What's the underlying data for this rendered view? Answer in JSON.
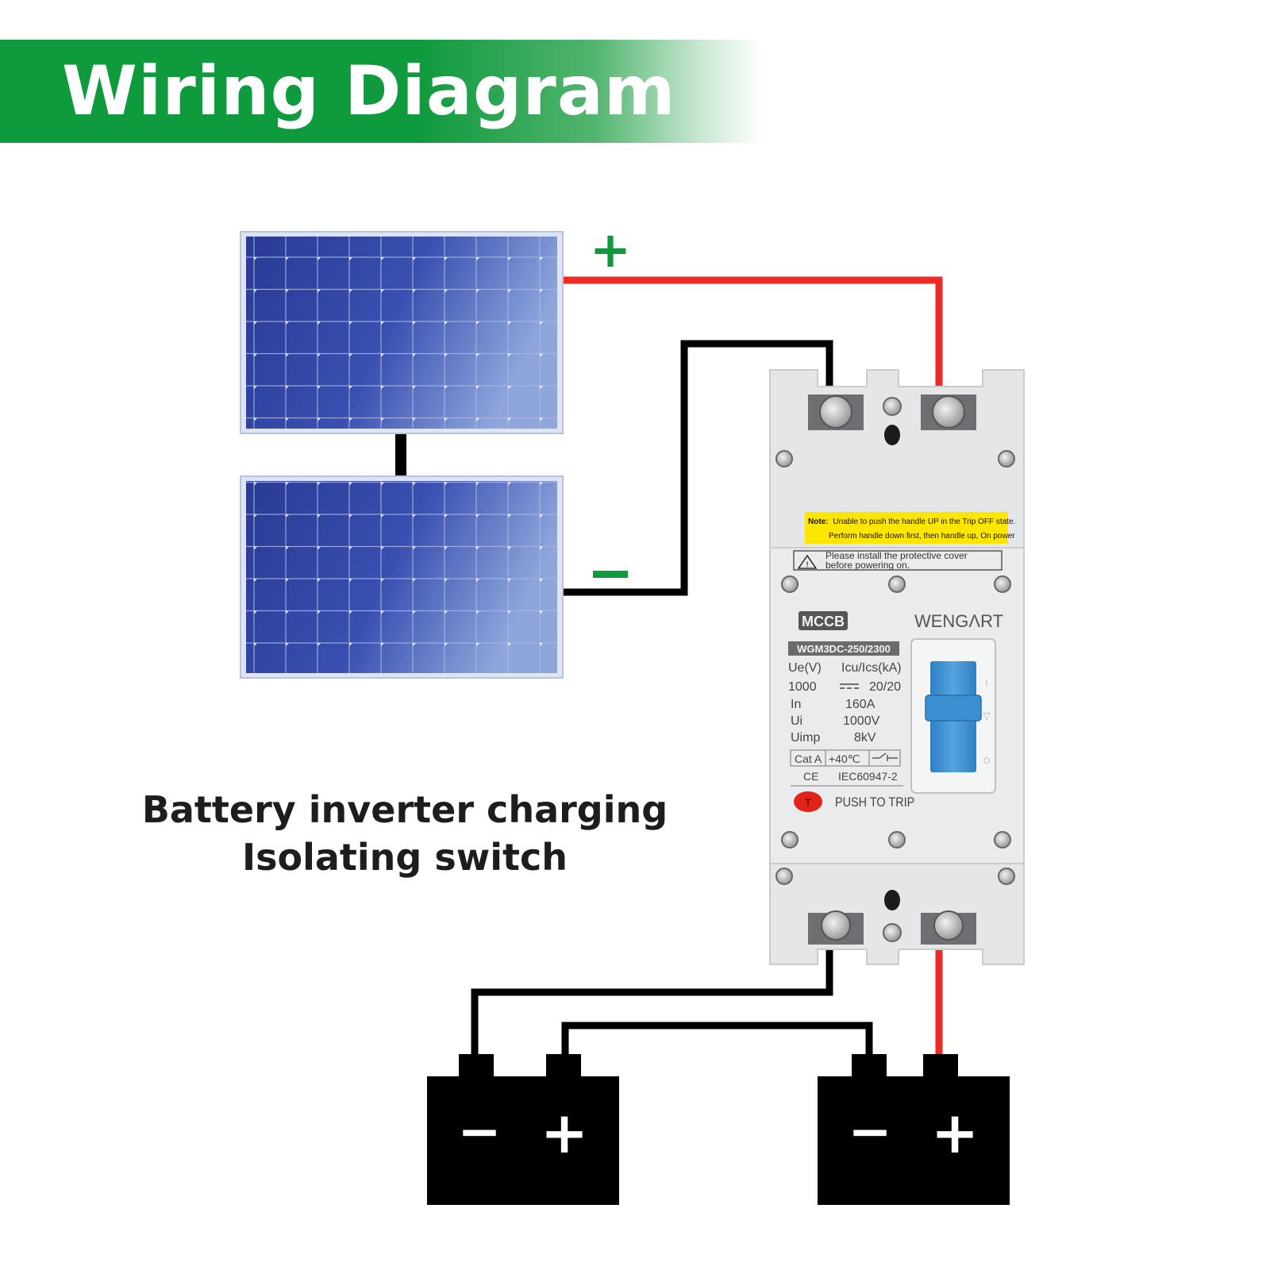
{
  "title": "Wiring Diagram",
  "caption": {
    "line1": "Battery inverter charging",
    "line2": "Isolating switch"
  },
  "solar": {
    "plus_symbol": "+",
    "minus_symbol": "−"
  },
  "breaker": {
    "brand": "WENGΛRT",
    "type_badge": "MCCB",
    "model": "WGM3DC-250/2300",
    "note_bold": "Note:",
    "note_line1": "Unable to push the handle UP in the Trip OFF state.",
    "note_line2": "Perform handle down first, then handle up, On power",
    "warning_line1": "Please install the protective cover",
    "warning_line2": "before powering on.",
    "specs": [
      {
        "label": "Ue(V)",
        "value": "Icu/Ics(kA)"
      },
      {
        "label": "1000",
        "value": "20/20"
      },
      {
        "label": "In",
        "value": "160A"
      },
      {
        "label": "Ui",
        "value": "1000V"
      },
      {
        "label": "Uimp",
        "value": "8kV"
      }
    ],
    "cat_label": "Cat A",
    "temp_label": "+40℃",
    "ce_mark": "CE",
    "standard": "IEC60947-2",
    "trip_button_symbol": "T",
    "trip_label": "PUSH TO TRIP",
    "handle_marks": [
      "I",
      "▽",
      "O"
    ]
  },
  "batteries": [
    {
      "minus": "−",
      "plus": "+"
    },
    {
      "minus": "−",
      "plus": "+"
    }
  ],
  "colors": {
    "banner_green": "#0f9a3e",
    "positive_wire": "#ee2a24",
    "negative_wire": "#000000",
    "symbol_green": "#109a3d",
    "panel_blue": "#2c3f9e",
    "breaker_body": "#e6e8ea",
    "handle_blue": "#3a8fd1",
    "note_yellow": "#ffe600",
    "trip_red": "#e2231a"
  }
}
